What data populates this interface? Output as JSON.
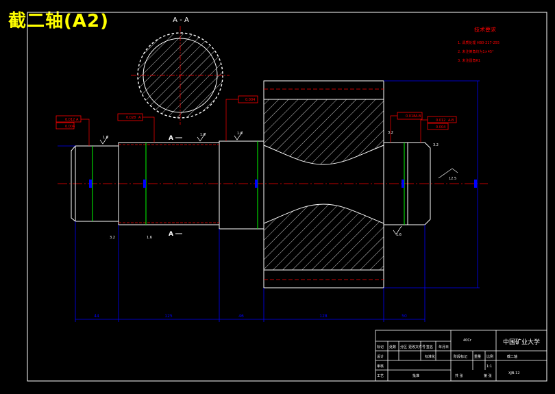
{
  "title": "截二轴(A2)",
  "section_label": "A - A",
  "cut_marks": [
    "A",
    "A"
  ],
  "tech_requirements": {
    "heading": "技术要求",
    "items": [
      "1. 调质处理 HB0-217-255",
      "2. 未注倒角均为1×45°",
      "3. 未注圆角R1"
    ]
  },
  "tolerance_frames": [
    {
      "sym": "//",
      "val": "0.012",
      "ref": "A"
    },
    {
      "sym": "◎",
      "val": "0.004",
      "ref": ""
    },
    {
      "sym": "/",
      "val": "0.028",
      "ref": "A"
    },
    {
      "sym": "//",
      "val": "0.004",
      "ref": ""
    },
    {
      "sym": "/",
      "val": "0.018",
      "ref": "A-B"
    },
    {
      "sym": "//",
      "val": "0.012",
      "ref": "A-B"
    },
    {
      "sym": "◎",
      "val": "0.004",
      "ref": ""
    }
  ],
  "roughness": [
    "1.6",
    "1.6",
    "1.6",
    "1.6",
    "3.2",
    "1.6",
    "3.2",
    "3.2",
    "12.5"
  ],
  "dimensions": [
    "44",
    "125",
    "46",
    "128",
    "50"
  ],
  "title_block": {
    "school": "中国矿业大学",
    "drawing_name": "截二轴",
    "material": "40Cr",
    "scale": "1:1",
    "drawing_no": "XJB-12",
    "row1": [
      "标记",
      "处数",
      "分区",
      "更改文件号",
      "签名",
      "年月日"
    ],
    "row2": [
      "设计",
      "",
      "标准化",
      "",
      "阶段标记",
      "重量",
      "比例"
    ],
    "row3": [
      "审核"
    ],
    "row4": [
      "工艺",
      "",
      "批准",
      "",
      "共 张",
      "第 张"
    ]
  },
  "colors": {
    "background": "#000000",
    "outline": "#ffffff",
    "dimension": "#0000ff",
    "centerline": "#ff0000",
    "tolerance": "#ff0000",
    "fit_line": "#00ff00",
    "title": "#ffff00"
  }
}
